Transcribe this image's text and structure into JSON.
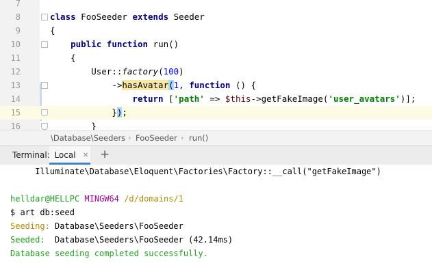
{
  "editor": {
    "lines": [
      {
        "num": "7"
      },
      {
        "num": "8",
        "kw1": "class",
        "name": " FooSeeder ",
        "kw2": "extends",
        "parent": " Seeder"
      },
      {
        "num": "9",
        "brace": "{"
      },
      {
        "num": "10",
        "indent": "    ",
        "kw1": "public",
        "sp": " ",
        "kw2": "function",
        "rest": " run()"
      },
      {
        "num": "11",
        "brace": "    {"
      },
      {
        "num": "12",
        "indent": "        ",
        "cls": "User::",
        "method": "factory",
        "open": "(",
        "arg": "100",
        "close": ")"
      },
      {
        "num": "13",
        "indent": "            ",
        "arrow": "->",
        "method": "hasAvatar",
        "paren": "(",
        "arg": "1",
        "comma": ", ",
        "kw": "function",
        "rest": " () {"
      },
      {
        "num": "14",
        "indent": "                ",
        "kw": "return",
        "open": " [",
        "key": "'path'",
        "arrow": " => ",
        "var": "$this",
        "call": "->getFakeImage(",
        "str": "'user_avatars'",
        "close": ")];"
      },
      {
        "num": "15",
        "indent": "            ",
        "brace": "}",
        "paren": ")",
        "semi": ";"
      },
      {
        "num": "16",
        "brace": "        }"
      }
    ]
  },
  "breadcrumb": {
    "items": [
      "\\Database\\Seeders",
      "FooSeeder",
      "run()"
    ]
  },
  "terminal": {
    "label": "Terminal:",
    "tab": "Local",
    "close": "✕",
    "add": "+",
    "lines": {
      "error": "     Illuminate\\Database\\Eloquent\\Factories\\Factory::__call(\"getFakeImage\")",
      "user": "helldar@HELLPC",
      "env": "MINGW64",
      "path": "/d/domains/1",
      "prompt": "$ art db:seed",
      "seeding_label": "Seeding:",
      "seeding_value": " Database\\Seeders\\FooSeeder",
      "seeded_label": "Seeded:",
      "seeded_value": "  Database\\Seeders\\FooSeeder (42.14ms)",
      "done": "Database seeding completed successfully."
    }
  },
  "colors": {
    "keyword": "#000080",
    "number": "#0000ff",
    "string": "#008000",
    "terminal_green": "#1ea31e",
    "terminal_purple": "#a600a6",
    "terminal_yellow": "#b58a00",
    "current_line": "#fdfbe3",
    "tab_accent": "#4083c9"
  }
}
